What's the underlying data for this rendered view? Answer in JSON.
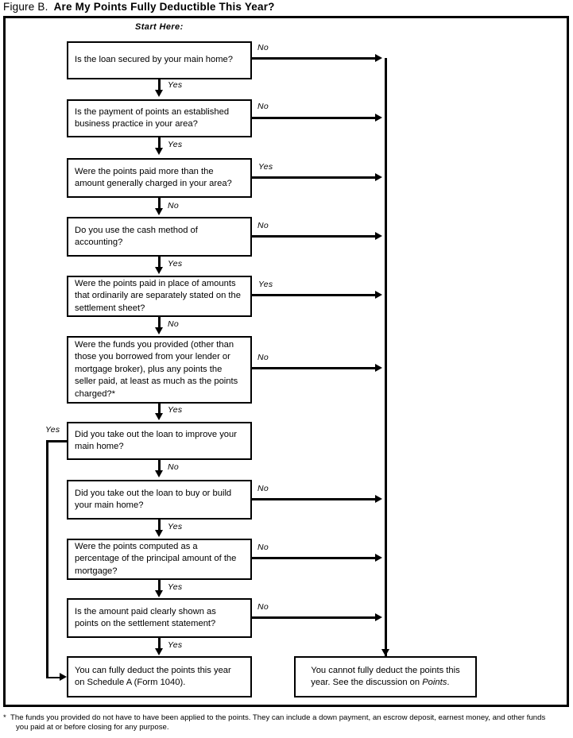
{
  "title": {
    "figure_label": "Figure B.",
    "heading": "Are My Points Fully Deductible This Year?"
  },
  "start_label": "Start Here:",
  "chart_data": {
    "type": "diagram",
    "diagram_kind": "decision-flowchart",
    "title": "Are My Points Fully Deductible This Year?",
    "entry_label": "Start Here:",
    "nodes": [
      {
        "id": "q1",
        "kind": "decision",
        "text": "Is the loan secured by your main home?"
      },
      {
        "id": "q2",
        "kind": "decision",
        "text": "Is the payment of points an established business practice in your area?"
      },
      {
        "id": "q3",
        "kind": "decision",
        "text": "Were the points paid more than the amount generally charged in your area?"
      },
      {
        "id": "q4",
        "kind": "decision",
        "text": "Do you use the cash method of accounting?"
      },
      {
        "id": "q5",
        "kind": "decision",
        "text": "Were the points paid in place of amounts that ordinarily are separately stated on the settlement sheet?"
      },
      {
        "id": "q6",
        "kind": "decision",
        "text": "Were the funds you provided (other than those you borrowed from your lender or mortgage broker), plus any points the seller paid, at least as much as the points charged?*"
      },
      {
        "id": "q7",
        "kind": "decision",
        "text": "Did you take out the loan to improve your main home?"
      },
      {
        "id": "q8",
        "kind": "decision",
        "text": "Did you take out the loan to buy or build your main home?"
      },
      {
        "id": "q9",
        "kind": "decision",
        "text": "Were the points computed as a percentage of the principal amount of the mortgage?"
      },
      {
        "id": "q10",
        "kind": "decision",
        "text": "Is the amount paid clearly shown as points on the settlement statement?"
      },
      {
        "id": "yes-end",
        "kind": "terminal",
        "text": "You can fully deduct the points this year on Schedule A (Form 1040)."
      },
      {
        "id": "no-end",
        "kind": "terminal",
        "text": "You cannot fully deduct the points this year. See the discussion on Points."
      }
    ],
    "edges": [
      {
        "from": "q1",
        "to": "q2",
        "label": "Yes"
      },
      {
        "from": "q1",
        "to": "no-end",
        "label": "No"
      },
      {
        "from": "q2",
        "to": "q3",
        "label": "Yes"
      },
      {
        "from": "q2",
        "to": "no-end",
        "label": "No"
      },
      {
        "from": "q3",
        "to": "q4",
        "label": "No"
      },
      {
        "from": "q3",
        "to": "no-end",
        "label": "Yes"
      },
      {
        "from": "q4",
        "to": "q5",
        "label": "Yes"
      },
      {
        "from": "q4",
        "to": "no-end",
        "label": "No"
      },
      {
        "from": "q5",
        "to": "q6",
        "label": "No"
      },
      {
        "from": "q5",
        "to": "no-end",
        "label": "Yes"
      },
      {
        "from": "q6",
        "to": "q7",
        "label": "Yes"
      },
      {
        "from": "q6",
        "to": "no-end",
        "label": "No"
      },
      {
        "from": "q7",
        "to": "yes-end",
        "label": "Yes"
      },
      {
        "from": "q7",
        "to": "q8",
        "label": "No"
      },
      {
        "from": "q8",
        "to": "q9",
        "label": "Yes"
      },
      {
        "from": "q8",
        "to": "no-end",
        "label": "No"
      },
      {
        "from": "q9",
        "to": "q10",
        "label": "Yes"
      },
      {
        "from": "q9",
        "to": "no-end",
        "label": "No"
      },
      {
        "from": "q10",
        "to": "yes-end",
        "label": "Yes"
      },
      {
        "from": "q10",
        "to": "no-end",
        "label": "No"
      }
    ]
  },
  "boxes": {
    "q1": {
      "line1": "Is the loan secured by your main home?"
    },
    "q2": {
      "line1": "Is the payment of points an established",
      "line2": "business practice in your area?"
    },
    "q3": {
      "line1": "Were the points paid more than the",
      "line2": "amount generally charged in your area?"
    },
    "q4": {
      "line1": "Do you use the cash method of",
      "line2": "accounting?"
    },
    "q5": {
      "line1": "Were the points paid in place of amounts",
      "line2": "that ordinarily are separately stated on the",
      "line3": "settlement sheet?"
    },
    "q6": {
      "line1": "Were the funds you provided (other than",
      "line2": "those you borrowed from your lender or",
      "line3": "mortgage broker), plus any points the",
      "line4": "seller paid, at least as much as the points",
      "line5": "charged?*"
    },
    "q7": {
      "line1": "Did you take out the loan to improve your",
      "line2": "main home?"
    },
    "q8": {
      "line1": "Did you take out the loan to buy or build",
      "line2": "your main home?"
    },
    "q9": {
      "line1": "Were the points computed as a",
      "line2": "percentage of the principal amount of the",
      "line3": "mortgage?"
    },
    "q10": {
      "line1": "Is the amount paid clearly shown as",
      "line2": "points on the settlement statement?"
    },
    "yes_end": {
      "line1": "You can fully deduct the points this year",
      "line2": "on Schedule A (Form 1040)."
    },
    "no_end": {
      "line1": "You cannot fully deduct the points this",
      "line2a": "year. See the discussion on ",
      "line2b": "Points",
      "line2c": "."
    }
  },
  "edge_labels": {
    "q1_yes": "Yes",
    "q1_no": "No",
    "q2_yes": "Yes",
    "q2_no": "No",
    "q3_no": "No",
    "q3_yes": "Yes",
    "q4_yes": "Yes",
    "q4_no": "No",
    "q5_no": "No",
    "q5_yes": "Yes",
    "q6_yes": "Yes",
    "q6_no": "No",
    "q7_yes": "Yes",
    "q7_no": "No",
    "q8_yes": "Yes",
    "q8_no": "No",
    "q9_yes": "Yes",
    "q9_no": "No",
    "q10_yes": "Yes",
    "q10_no": "No"
  },
  "footnote": {
    "mark": "*",
    "line1": "The funds you provided do not have to have been applied to the points. They can include a down payment, an escrow deposit, earnest money, and other funds",
    "line2": "you paid at or before closing for any purpose."
  },
  "colors": {
    "ink": "#000000",
    "paper": "#ffffff"
  }
}
